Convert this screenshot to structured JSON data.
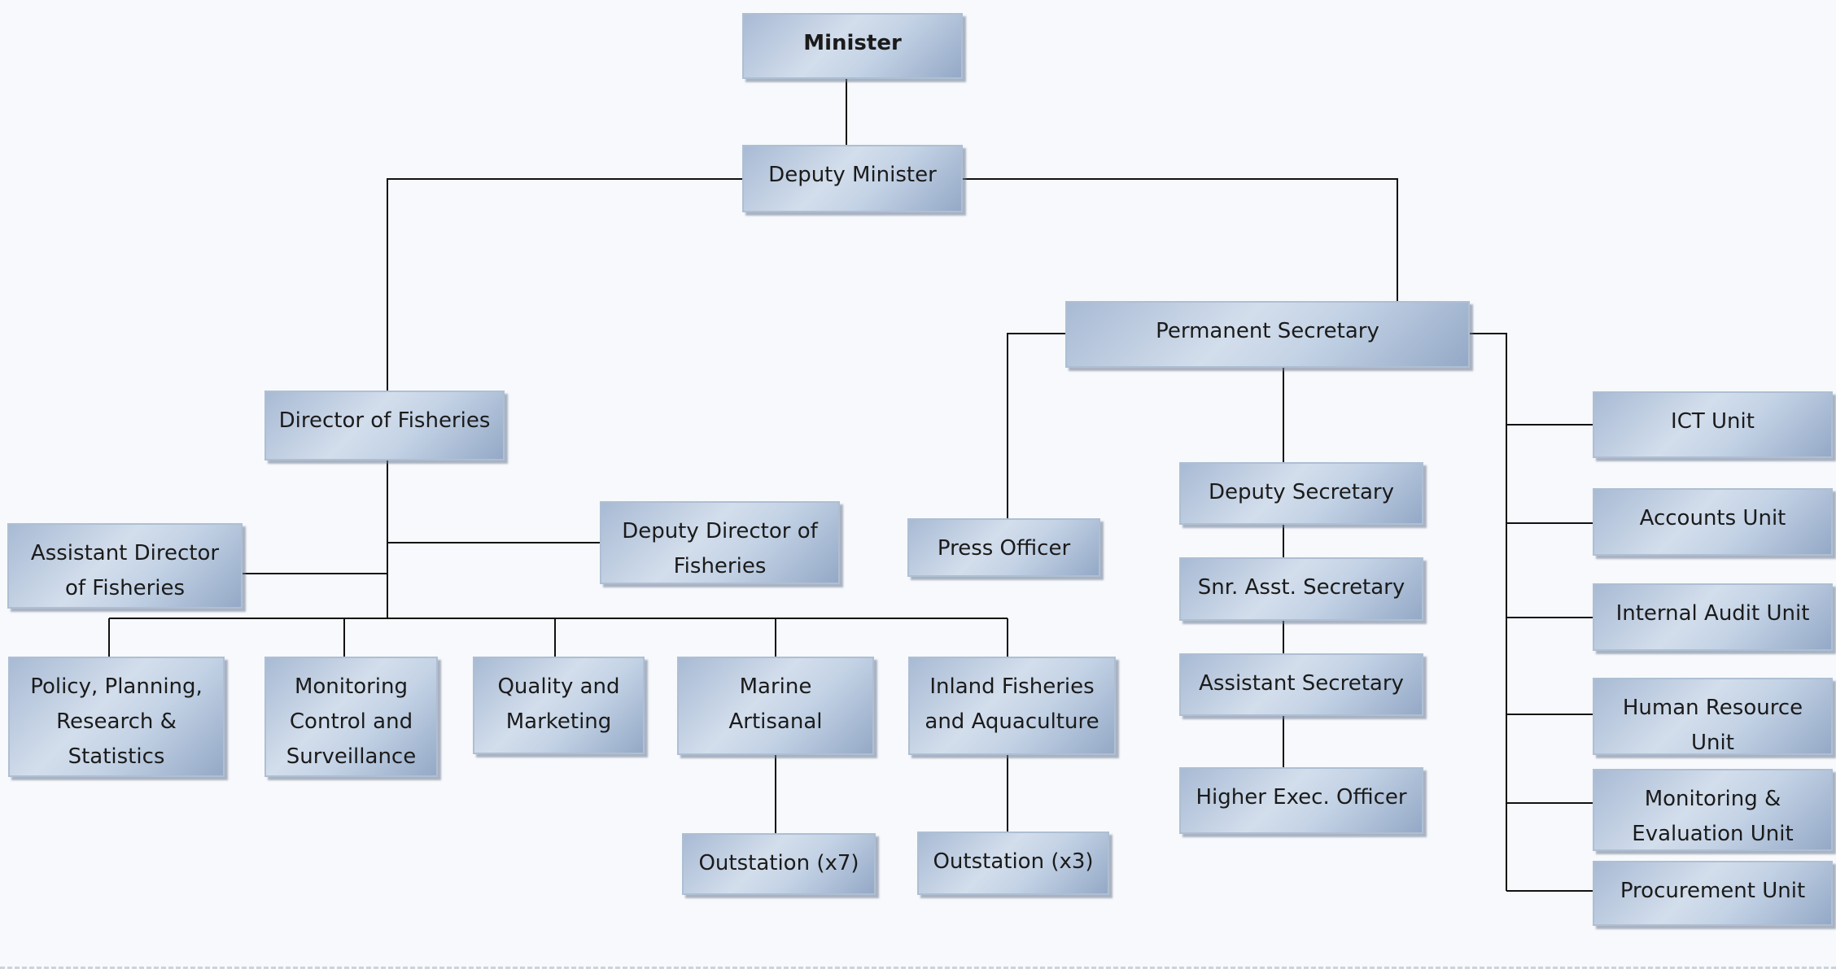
{
  "org_chart": {
    "minister": "Minister",
    "deputy_minister": "Deputy Minister",
    "permanent_secretary": "Permanent Secretary",
    "director_of_fisheries": "Director of Fisheries",
    "deputy_director": "Deputy Director of\nFisheries",
    "assistant_director": "Assistant Director\nof Fisheries",
    "policy_planning": "Policy, Planning,\nResearch &\nStatistics",
    "monitoring_control": "Monitoring\nControl and\nSurveillance",
    "quality_marketing": "Quality and\nMarketing",
    "marine_artisanal": "Marine\nArtisanal",
    "inland_fisheries": "Inland Fisheries\nand Aquaculture",
    "outstation_marine": "Outstation (x7)",
    "outstation_inland": "Outstation (x3)",
    "press_officer": "Press Officer",
    "deputy_secretary": "Deputy Secretary",
    "snr_asst_secretary": "Snr. Asst. Secretary",
    "assistant_secretary": "Assistant Secretary",
    "higher_exec_officer": "Higher Exec. Officer",
    "ict_unit": "ICT Unit",
    "accounts_unit": "Accounts Unit",
    "internal_audit_unit": "Internal Audit Unit",
    "human_resource_unit": "Human Resource\nUnit",
    "monitoring_evaluation_unit": "Monitoring &\nEvaluation Unit",
    "procurement_unit": "Procurement Unit"
  },
  "colors": {
    "box_border": "#aebfd3",
    "connector": "#111111",
    "background": "#f7f9fc"
  }
}
